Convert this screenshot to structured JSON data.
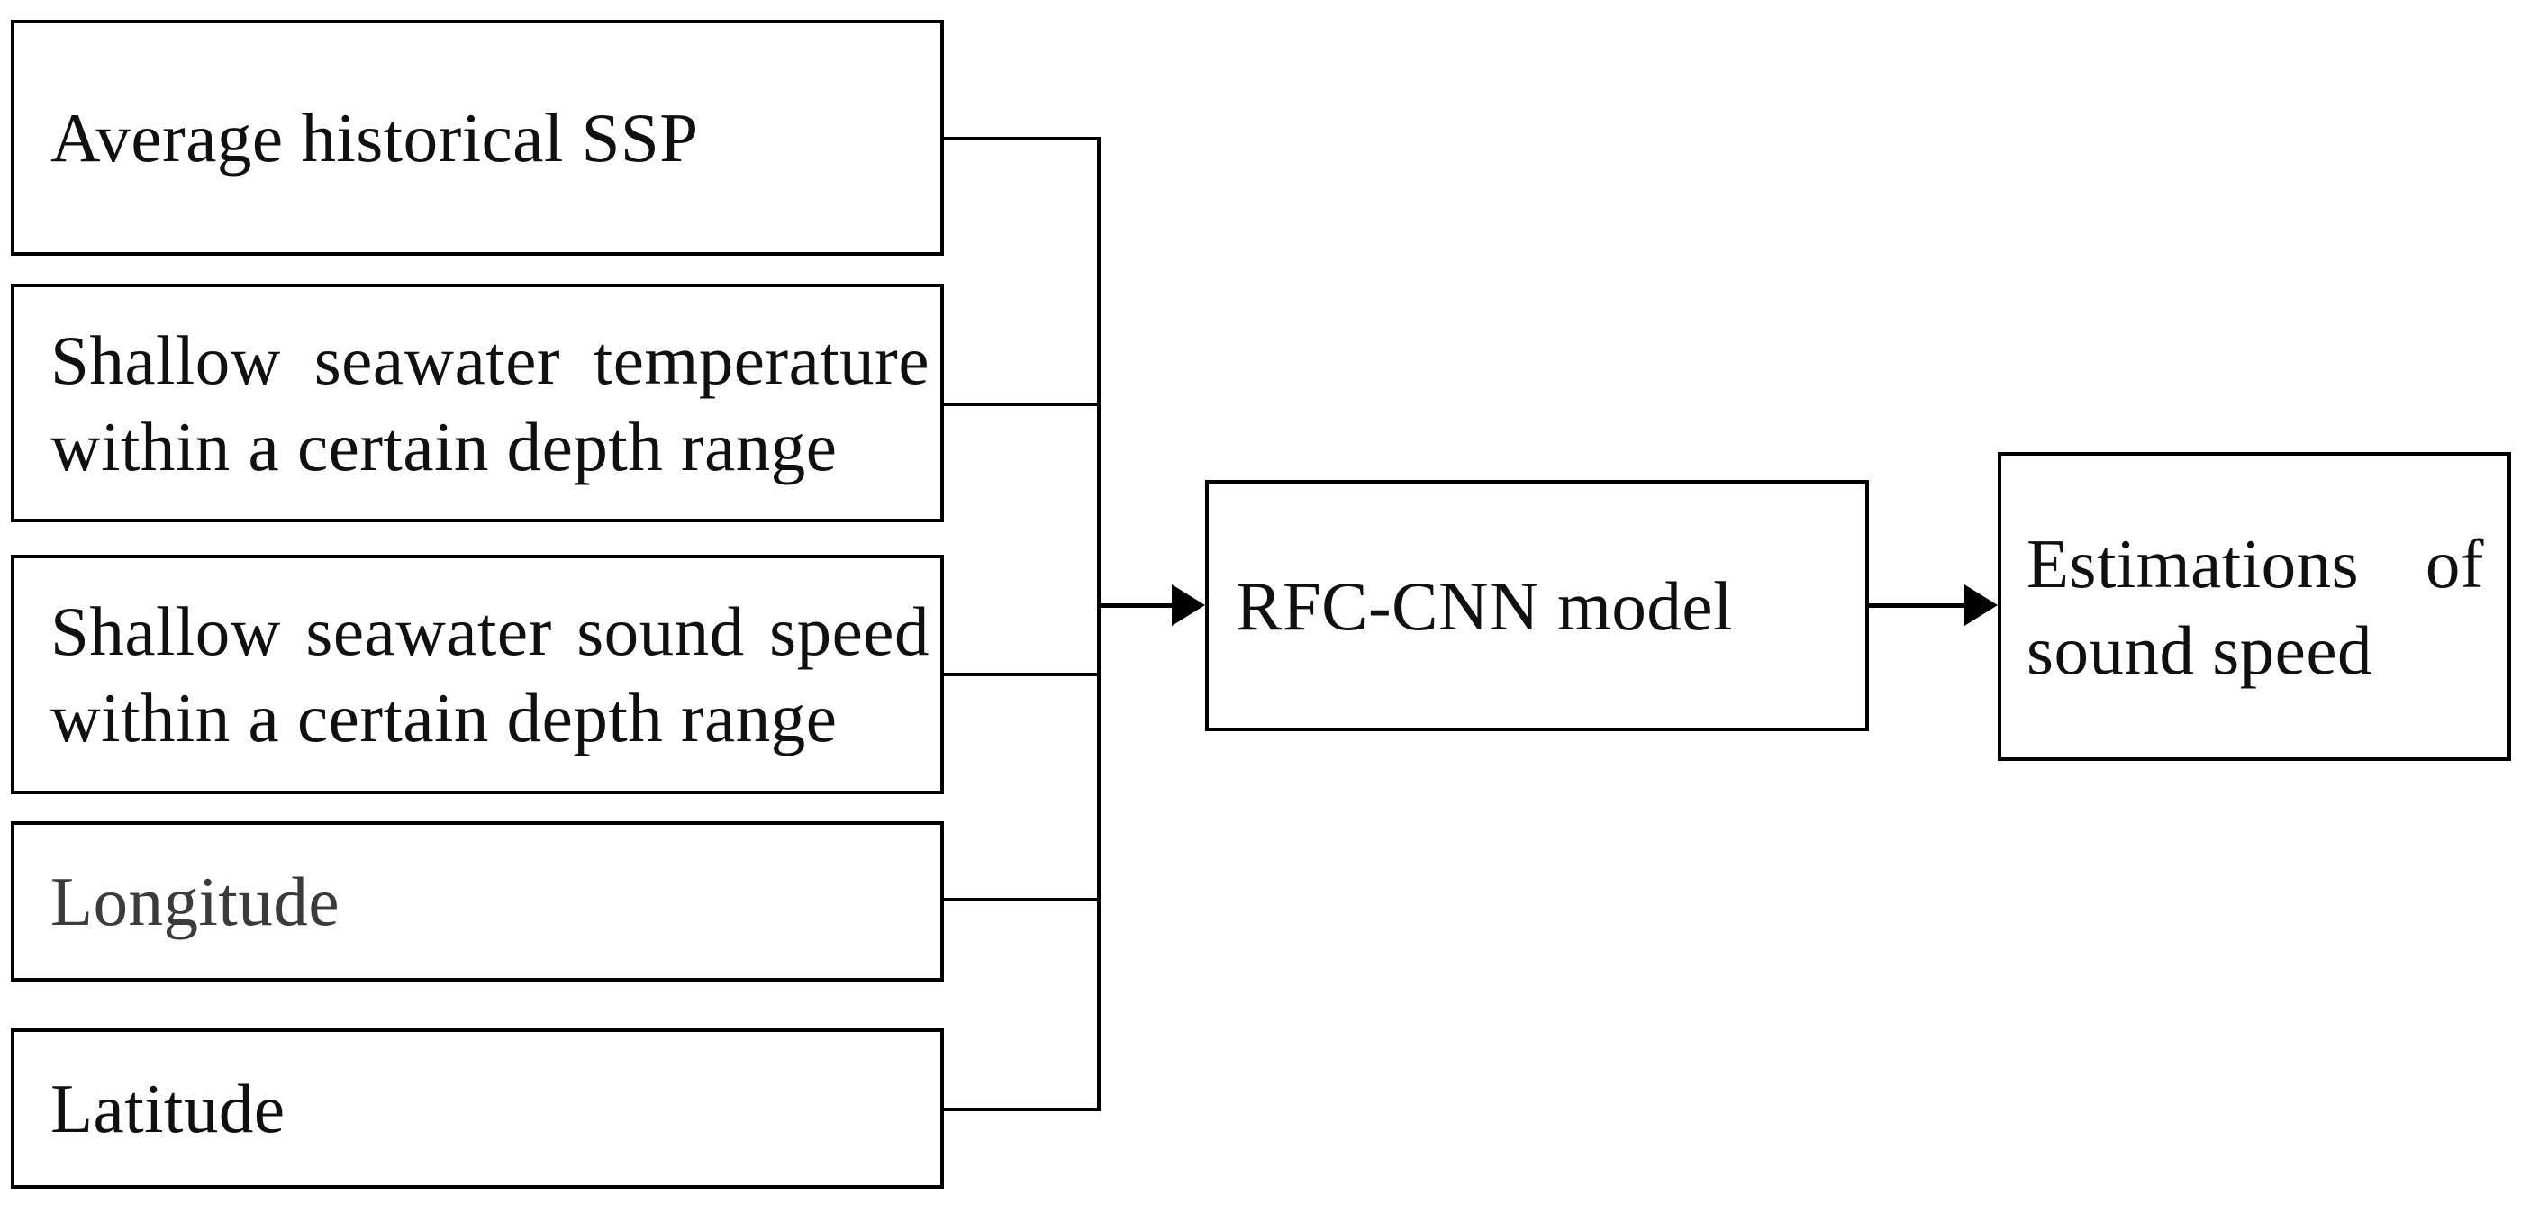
{
  "diagram": {
    "title_semantic": "RFC-CNN sound speed estimation flow diagram",
    "background_color": "#ffffff",
    "line_color": "#000000",
    "default_text_color": "#101010",
    "longitude_text_color": "#3b3b3b"
  },
  "inputs": [
    {
      "l1": "Average historical SSP"
    },
    {
      "l1": "Shallow seawater temperature",
      "l2": "within a certain depth range"
    },
    {
      "l1": "Shallow seawater sound speed",
      "l2": "within a certain depth range"
    },
    {
      "l1": "Longitude",
      "text_style": "color:#3b3b3b"
    },
    {
      "l1": "Latitude"
    }
  ],
  "model_box": {
    "label": "RFC-CNN model"
  },
  "output_box": {
    "l1": "Estimations of",
    "l2": "sound speed"
  }
}
